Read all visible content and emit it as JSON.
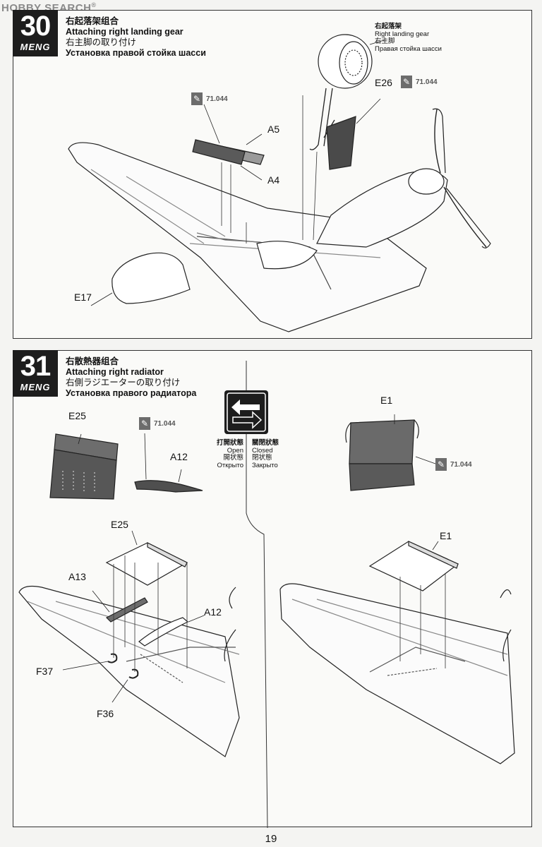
{
  "watermark": {
    "text": "HOBBY SEARCH",
    "mark": "®"
  },
  "page_number": "19",
  "steps": [
    {
      "number": "30",
      "brand": "MENG",
      "title_cn": "右起落架组合",
      "title_en": "Attaching right landing gear",
      "title_jp": "右主脚の取り付け",
      "title_ru": "Установка правой стойка шасси",
      "callout": {
        "cn": "右起落架",
        "en": "Right landing gear",
        "jp": "右主脚",
        "ru": "Правая стойка шасси"
      },
      "paints": [
        {
          "code": "71.044",
          "icon": "paint-brush-icon"
        },
        {
          "code": "71.044",
          "icon": "paint-brush-icon"
        }
      ],
      "parts": [
        "A5",
        "A4",
        "E26",
        "E17"
      ]
    },
    {
      "number": "31",
      "brand": "MENG",
      "title_cn": "右散熱器组合",
      "title_en": "Attaching right radiator",
      "title_jp": "右側ラジエーターの取り付け",
      "title_ru": "Установка правого радиатора",
      "states": {
        "open": {
          "cn": "打開狀態",
          "en": "Open",
          "jp": "開状態",
          "ru": "Открыто"
        },
        "closed": {
          "cn": "關閉狀態",
          "en": "Closed",
          "jp": "閉状態",
          "ru": "Закрыто"
        }
      },
      "paints": [
        {
          "code": "71.044",
          "icon": "paint-brush-icon"
        },
        {
          "code": "71.044",
          "icon": "paint-brush-icon"
        }
      ],
      "parts": [
        "E25",
        "A12",
        "E1",
        "E25",
        "A13",
        "A12",
        "F37",
        "F36",
        "E1"
      ]
    }
  ]
}
